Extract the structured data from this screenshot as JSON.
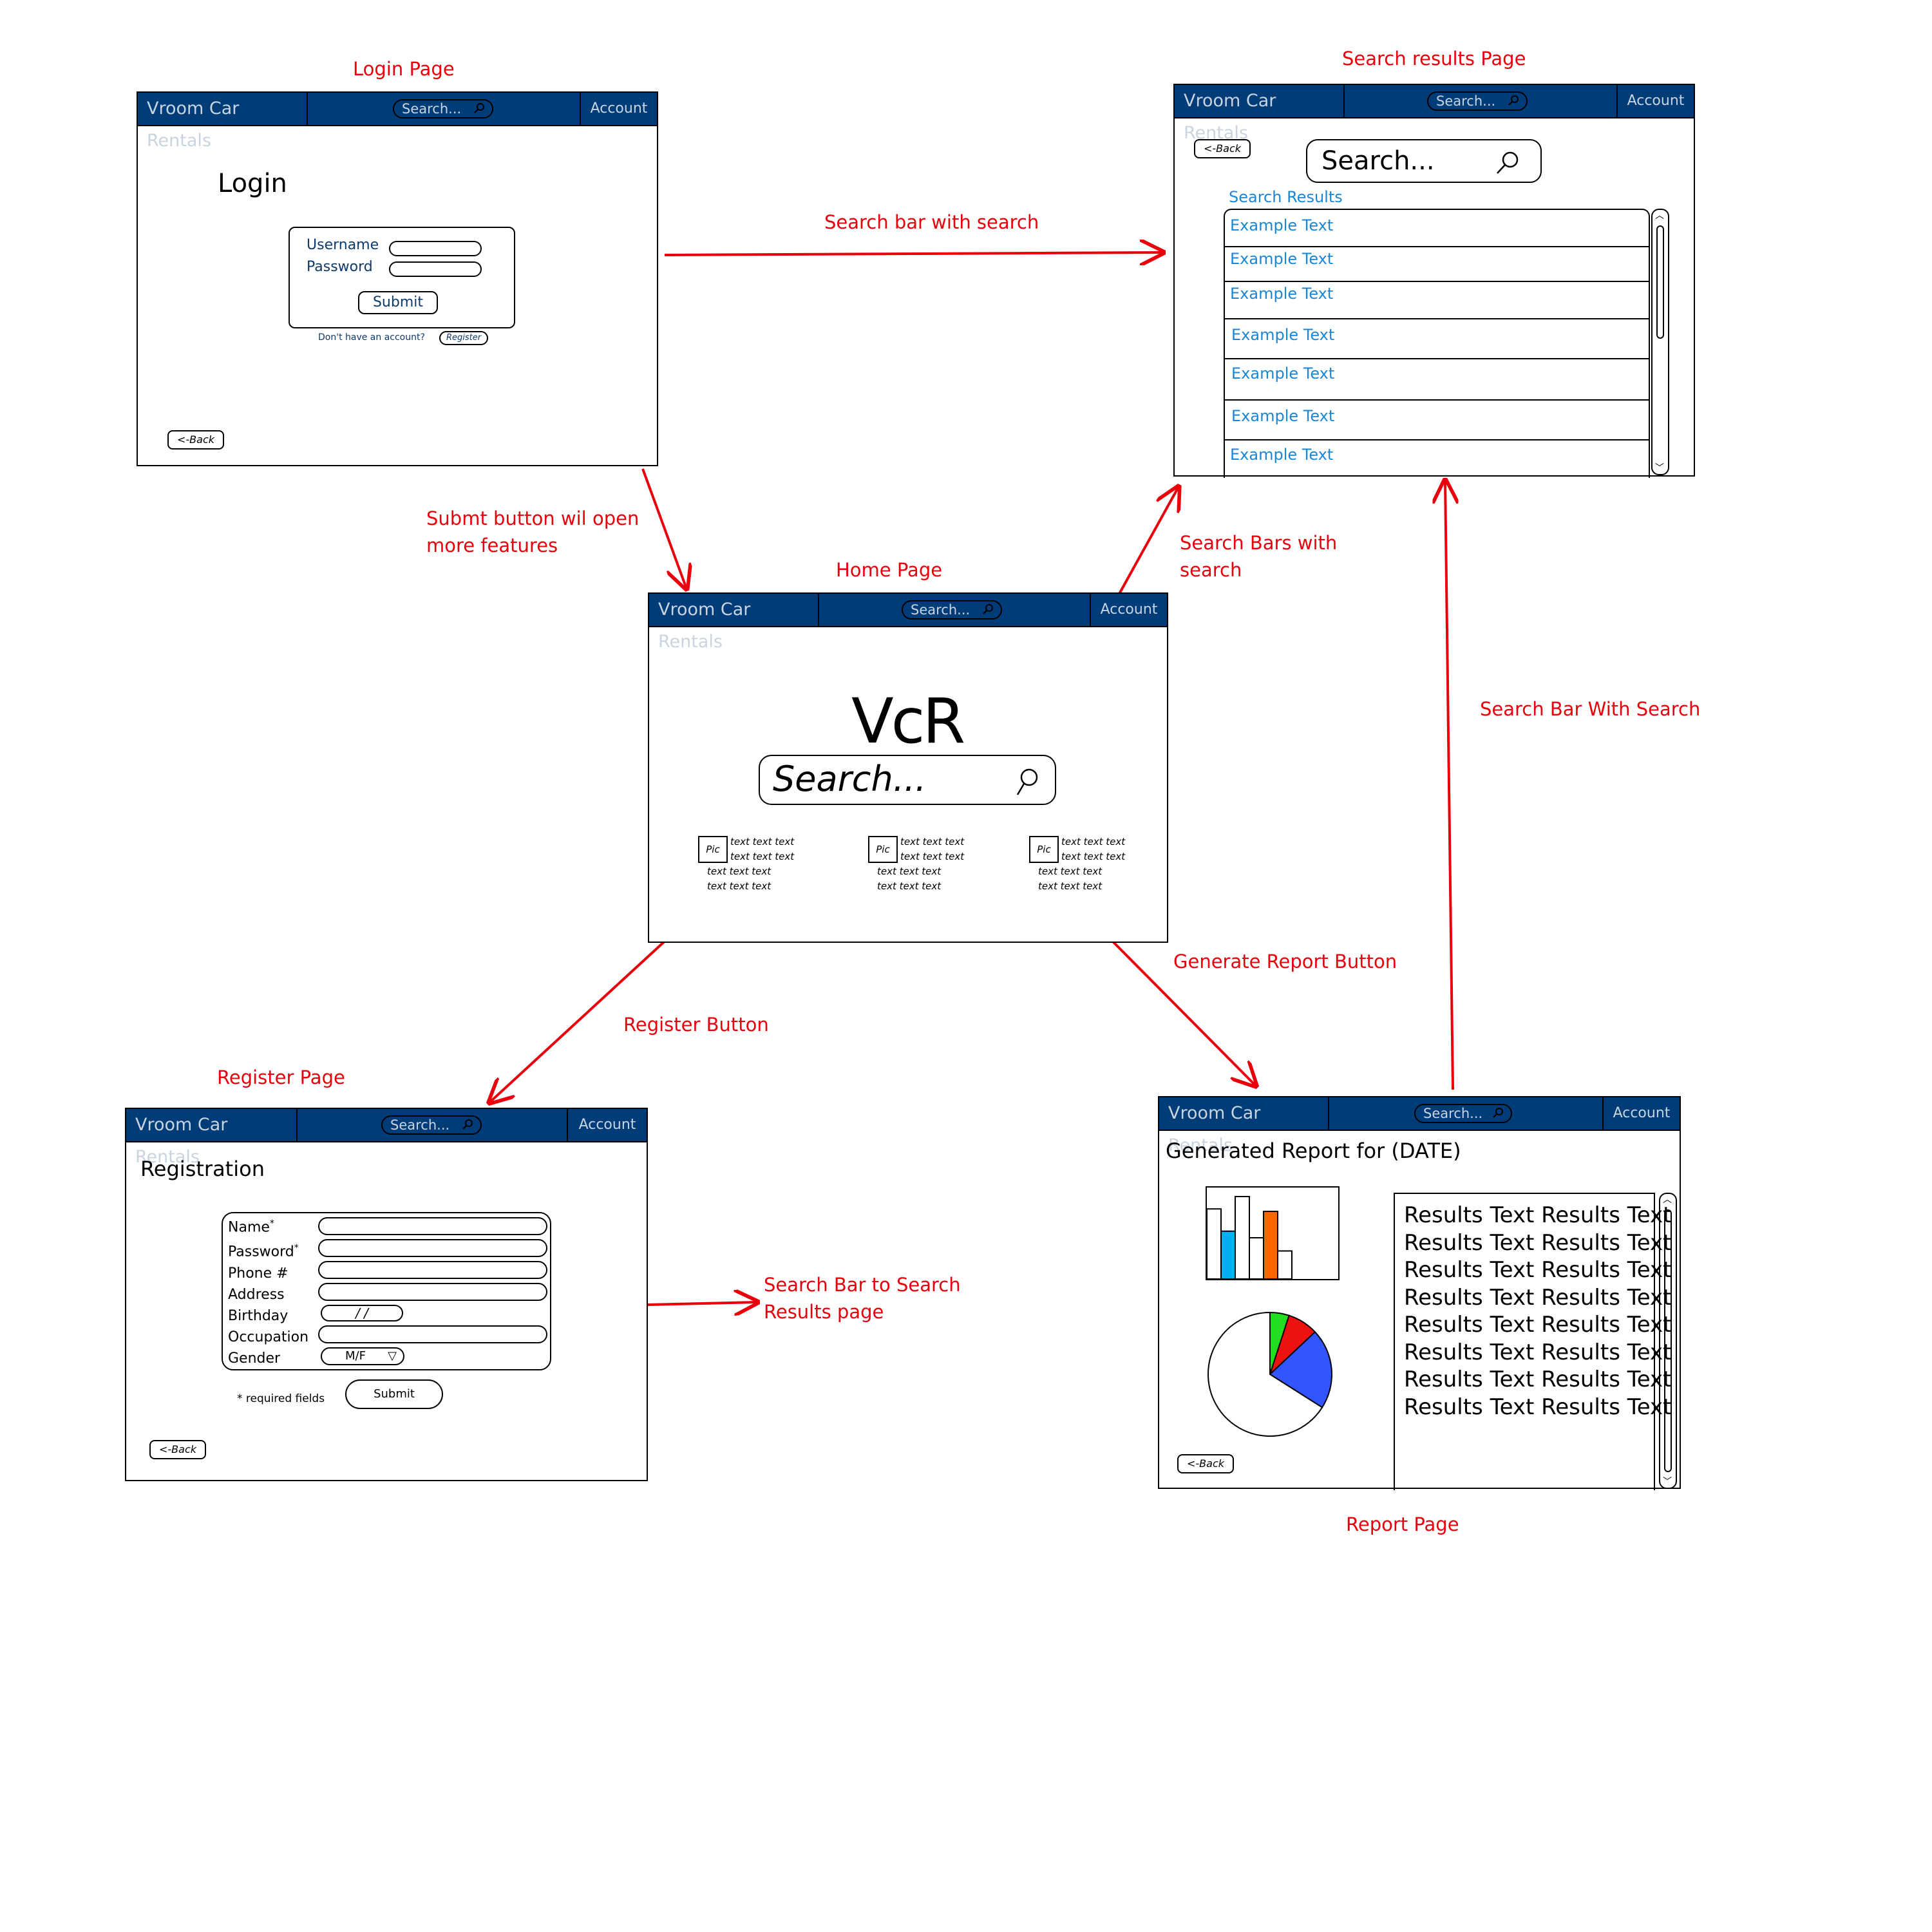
{
  "annotations": {
    "login_page": "Login Page",
    "search_results_page": "Search results Page",
    "home_page": "Home Page",
    "register_page": "Register Page",
    "report_page": "Report Page",
    "arrow_login_to_results": "Search bar with search",
    "arrow_submit_1": "Submt button wil open",
    "arrow_submit_2": "more features",
    "arrow_home_to_results_1": "Search Bars with",
    "arrow_home_to_results_2": "search",
    "arrow_report_to_results": "Search Bar With Search",
    "arrow_generate_report": "Generate Report Button",
    "arrow_register": "Register Button",
    "arrow_register_to_results_1": "Search Bar to Search",
    "arrow_register_to_results_2": "Results page"
  },
  "navbar": {
    "brand": "Vroom Car Rentals",
    "search_placeholder": "Search...",
    "account": "Account",
    "back": "<-Back"
  },
  "login": {
    "title": "Login",
    "username_label": "Username",
    "password_label": "Password",
    "submit": "Submit",
    "no_account": "Don't have an account?",
    "register": "Register"
  },
  "results": {
    "search_placeholder": "Search...",
    "heading": "Search Results",
    "items": [
      "Example Text",
      "Example Text",
      "Example Text",
      "Example Text",
      "Example Text",
      "Example Text",
      "Example Text"
    ]
  },
  "home": {
    "logo": "VcR",
    "search_placeholder": "Search...",
    "pic_label": "Pic",
    "card_text": "text text text"
  },
  "register": {
    "title": "Registration",
    "fields": [
      "Name",
      "Password",
      "Phone #",
      "Address",
      "Birthday",
      "Occupation",
      "Gender"
    ],
    "required_mark": "*",
    "birthday_mask": "/      /",
    "gender_value": "M/F",
    "required_note": "* required fields",
    "submit": "Submit"
  },
  "report": {
    "title": "Generated Report for (DATE)",
    "results_line": "Results Text Results Text",
    "results_line_count": 8,
    "bar_chart": {
      "values": [
        0.85,
        0.58,
        1.0,
        0.5,
        0.82,
        0.34
      ],
      "colors": [
        "#ffffff",
        "#00b0f0",
        "#ffffff",
        "#ffffff",
        "#ff6600",
        "#ffffff"
      ]
    },
    "pie_chart": {
      "slices": [
        {
          "value": 0.05,
          "color": "#22dd22"
        },
        {
          "value": 0.08,
          "color": "#ee1111"
        },
        {
          "value": 0.21,
          "color": "#3355ff"
        },
        {
          "value": 0.66,
          "color": "#ffffff"
        }
      ]
    }
  },
  "colors": {
    "navbar": "#003c78",
    "annotation": "#e8000b",
    "link": "#1a86d4",
    "label_blue": "#0d3a6b"
  }
}
